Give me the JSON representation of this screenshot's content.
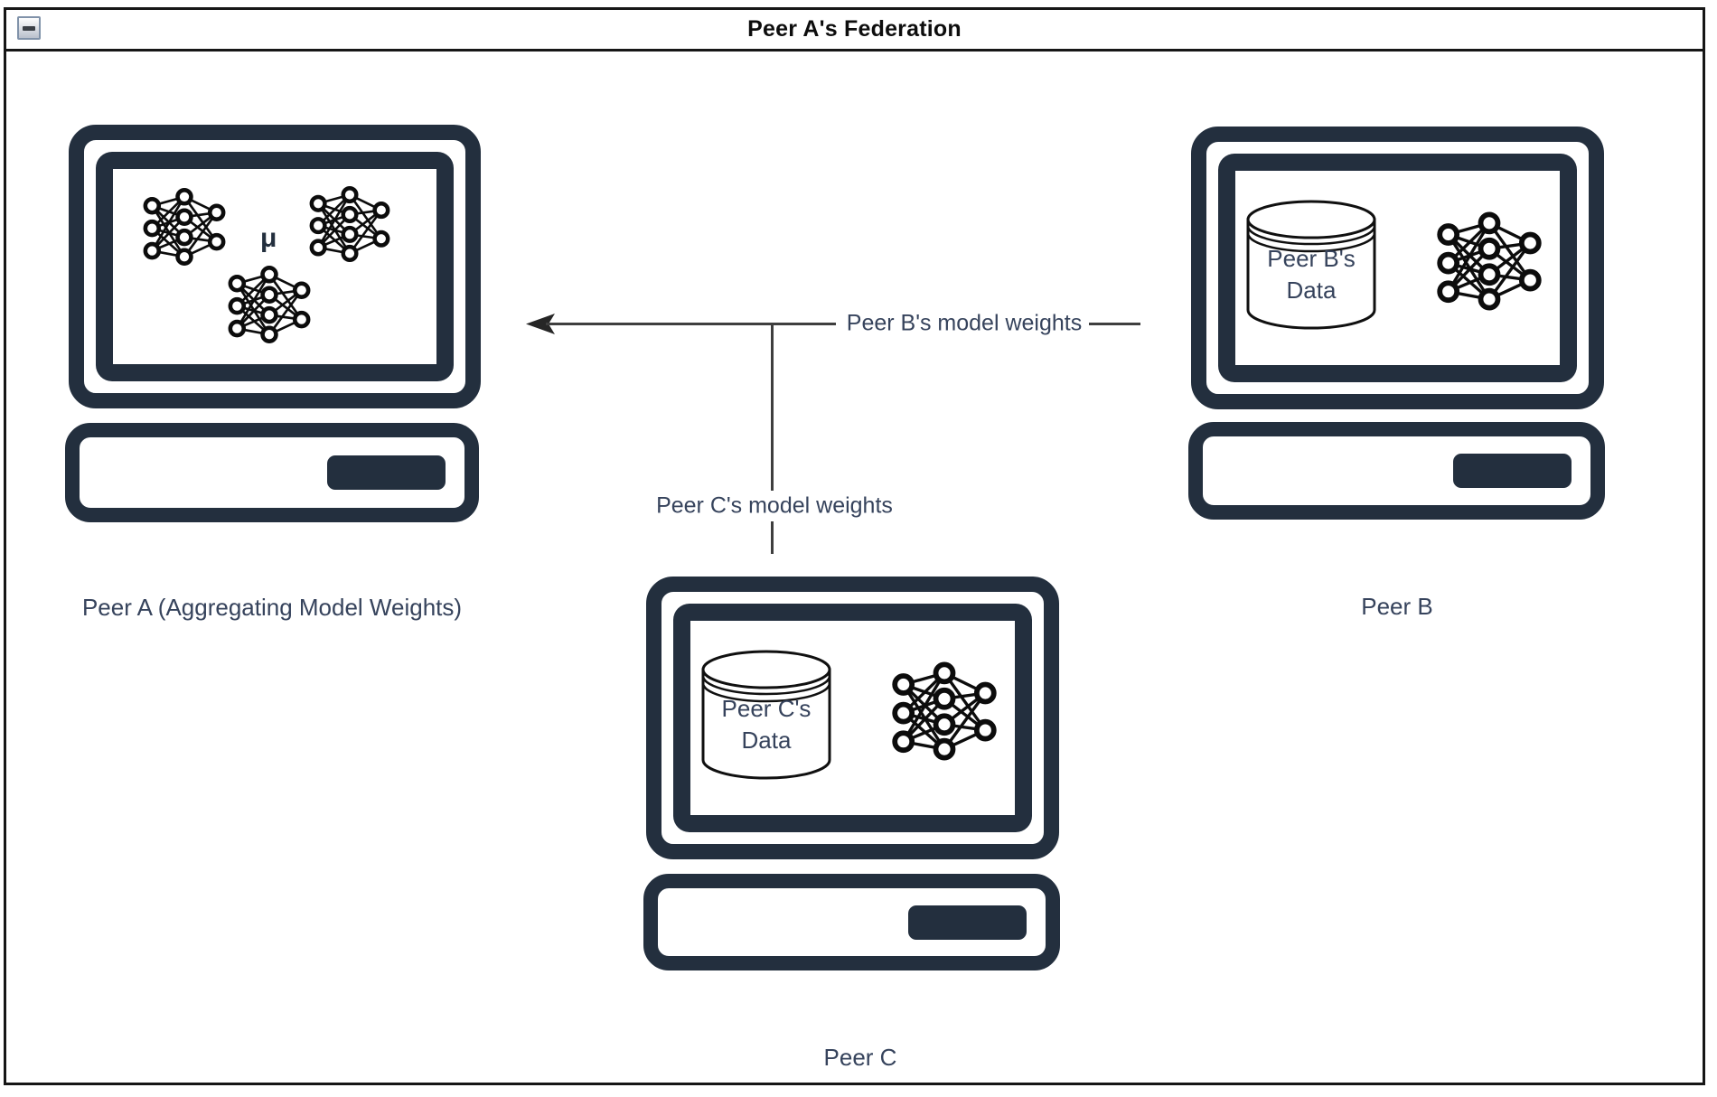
{
  "header": {
    "title": "Peer A's Federation",
    "collapse_button": "collapse-minus"
  },
  "colors": {
    "computer_icon": "#232F3E",
    "edge_line": "#3e3e3e",
    "label_text": "#36435c",
    "frame_border": "#161616"
  },
  "peers": {
    "peer_a": {
      "label": "Peer A (Aggregating Model Weights)",
      "screen": {
        "mu_symbol": "μ",
        "icons": [
          "neural-network",
          "neural-network",
          "neural-network"
        ]
      }
    },
    "peer_b": {
      "label": "Peer B",
      "screen": {
        "database_label": [
          "Peer B's",
          "Data"
        ],
        "icons": [
          "database-cylinder",
          "neural-network"
        ]
      }
    },
    "peer_c": {
      "label": "Peer C",
      "screen": {
        "database_label": [
          "Peer C's",
          "Data"
        ],
        "icons": [
          "database-cylinder",
          "neural-network"
        ]
      }
    }
  },
  "edges": [
    {
      "from": "Peer B",
      "to": "Peer A",
      "label": "Peer B's model weights",
      "arrow": "left"
    },
    {
      "from": "Peer C",
      "to": "Peer A",
      "label": "Peer C's model weights",
      "arrow": "none"
    }
  ]
}
